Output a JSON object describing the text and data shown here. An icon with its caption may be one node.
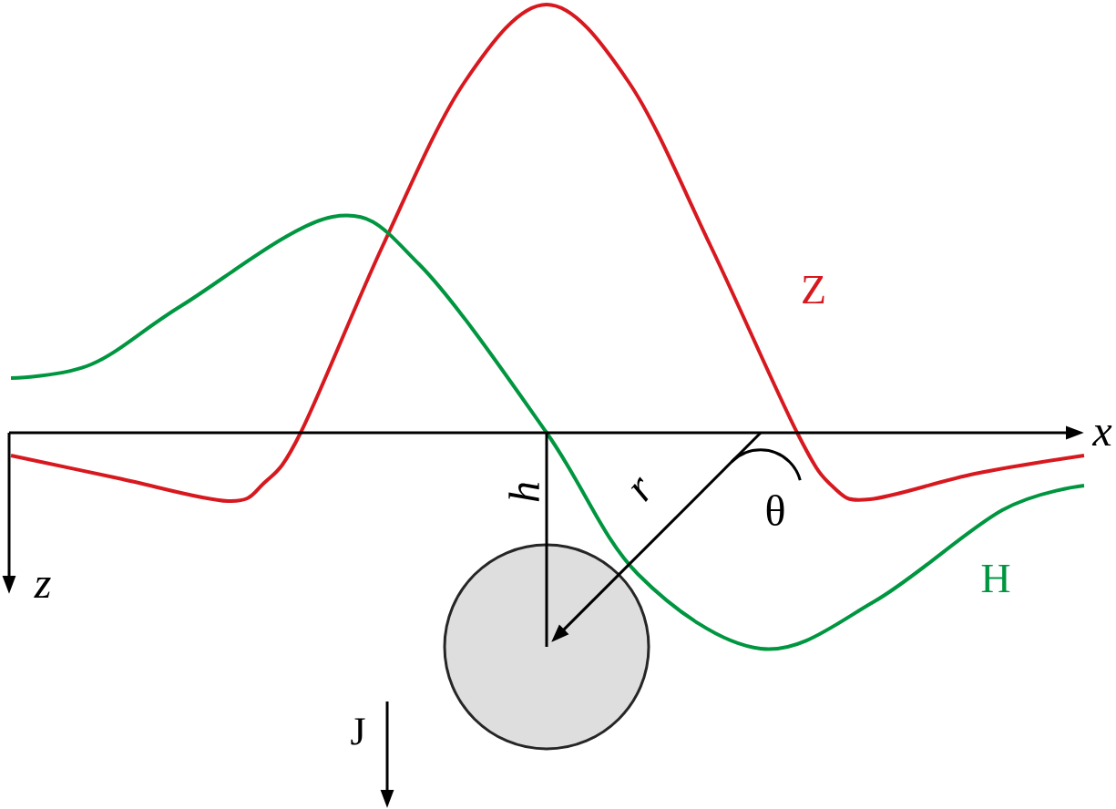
{
  "diagram": {
    "nodes": [
      {
        "text": [],
        "shape": "circle"
      }
    ],
    "labels": [
      "Z",
      "H",
      "x",
      "z",
      "h",
      "r",
      "θ",
      "J"
    ]
  }
}
